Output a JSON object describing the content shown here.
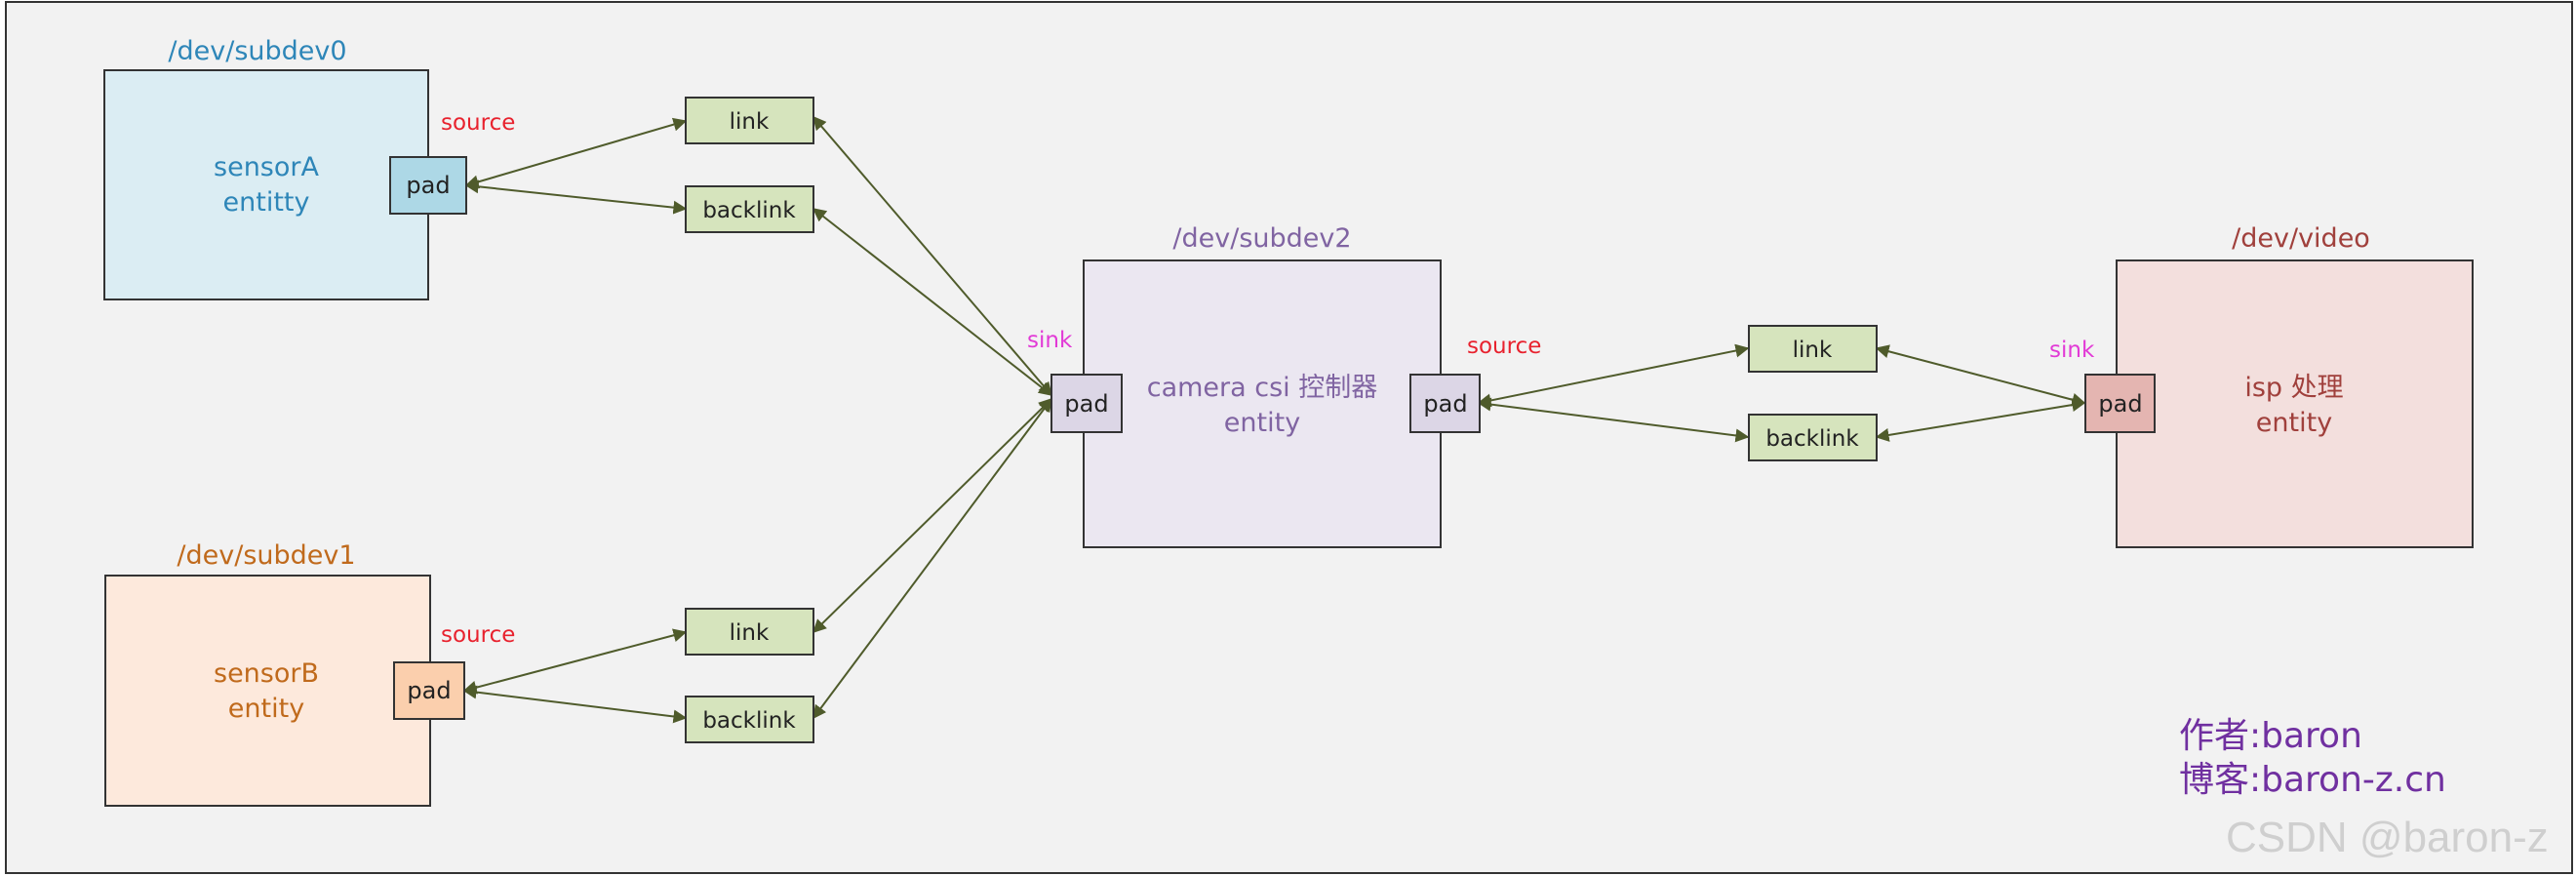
{
  "colors": {
    "background": "#f2f2f2",
    "frame": "#333333",
    "arrow": "#4f5b2b",
    "link_fill": "#d6e4bd",
    "source_label": "#e8222e",
    "sink_label": "#e23ad6",
    "author": "#7030a0"
  },
  "sensor_a": {
    "dev": "/dev/subdev0",
    "name_line1": "sensorA",
    "name_line2": "entitty",
    "pad": "pad",
    "port_label": "source",
    "color": "#2e86b8",
    "fill": "#dbedf3",
    "pad_fill": "#add8e6"
  },
  "sensor_b": {
    "dev": "/dev/subdev1",
    "name_line1": "sensorB",
    "name_line2": "entity",
    "pad": "pad",
    "port_label": "source",
    "color": "#c06a1c",
    "fill": "#fde9dc",
    "pad_fill": "#fbcfad"
  },
  "csi": {
    "dev": "/dev/subdev2",
    "name_line1": "camera csi 控制器",
    "name_line2": "entity",
    "sink_pad": "pad",
    "source_pad": "pad",
    "sink_label": "sink",
    "source_label": "source",
    "color": "#8064a2",
    "fill": "#ebe7f1",
    "pad_fill": "#dcd6e6"
  },
  "isp": {
    "dev": "/dev/video",
    "name_line1": "isp 处理",
    "name_line2": "entity",
    "pad": "pad",
    "port_label": "sink",
    "color": "#a0403c",
    "fill": "#f3dfdd",
    "pad_fill": "#e4b5b1"
  },
  "links": {
    "a_link": "link",
    "a_backlink": "backlink",
    "b_link": "link",
    "b_backlink": "backlink",
    "c_link": "link",
    "c_backlink": "backlink"
  },
  "author": {
    "line1": "作者:baron",
    "line2": "博客:baron-z.cn"
  },
  "watermark": "CSDN @baron-z"
}
